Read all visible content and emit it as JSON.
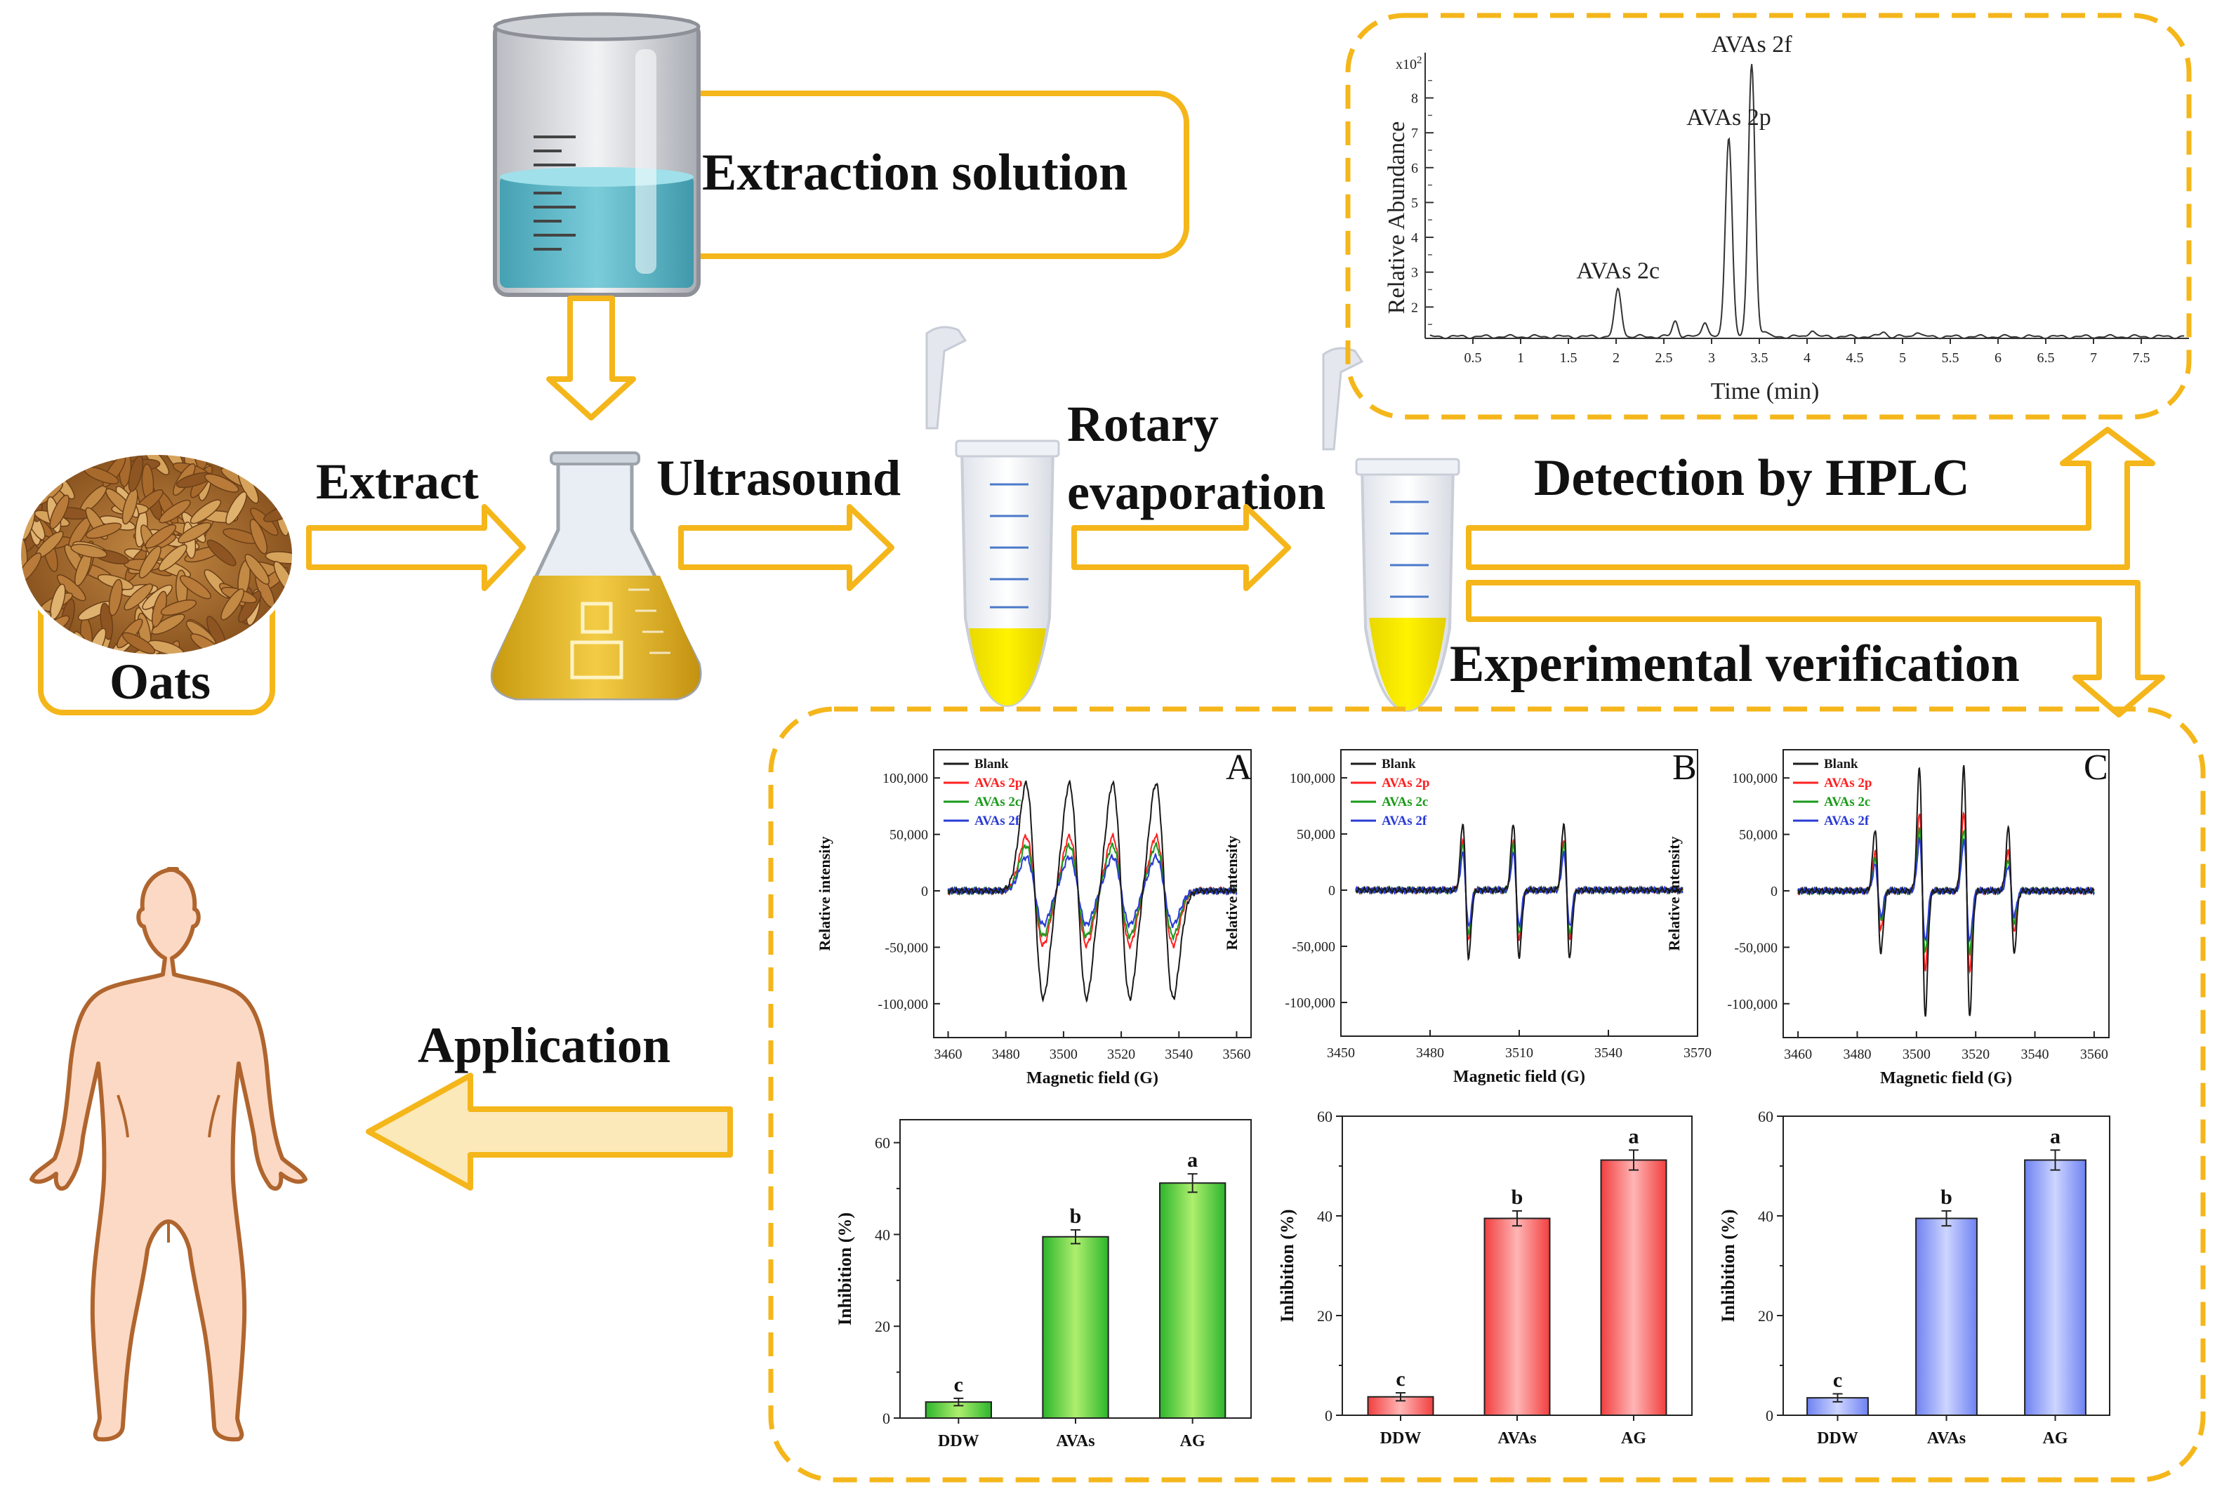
{
  "colors": {
    "accent_orange": "#F4B61A",
    "arrow_light": "#FCE9B9",
    "body_skin": "#FCD9C4",
    "body_outline": "#B0652E",
    "green": "#2DB52D",
    "red": "#F23F3F",
    "blue": "#6F82F2",
    "yellow_liquid": "#F3E600",
    "cyan_liquid": "#4FB3C4"
  },
  "labels": {
    "extraction_solution": "Extraction solution",
    "extract": "Extract",
    "ultrasound": "Ultrasound",
    "rotary_line1": "Rotary",
    "rotary_line2": "evaporation",
    "detection": "Detection by HPLC",
    "experimental": "Experimental verification",
    "oats": "Oats",
    "application": "Application"
  },
  "icons": {
    "beaker": "beaker-icon",
    "flask": "erlenmeyer-flask-icon",
    "tube1": "centrifuge-tube-icon",
    "tube2": "centrifuge-tube-icon",
    "oats": "oats-grains-image",
    "human": "human-body-icon"
  },
  "chart_data": [
    {
      "id": "hplc",
      "type": "line",
      "xlabel": "Time (min)",
      "ylabel": "Relative Abundance",
      "y_multiplier": "x10",
      "y_multiplier_exp": "2",
      "xlim": [
        0,
        8
      ],
      "ylim": [
        1.1,
        9.3
      ],
      "x_ticks": [
        "0.5",
        "1",
        "1.5",
        "2",
        "2.5",
        "3",
        "3.5",
        "4",
        "4.5",
        "5",
        "5.5",
        "6",
        "6.5",
        "7",
        "7.5"
      ],
      "y_ticks": [
        "2",
        "3",
        "4",
        "5",
        "6",
        "7",
        "8"
      ],
      "peaks": [
        {
          "x": 2.02,
          "height": 2.5,
          "label": "AVAs 2c"
        },
        {
          "x": 3.18,
          "height": 6.9,
          "label": "AVAs 2p"
        },
        {
          "x": 3.42,
          "height": 9.0,
          "label": "AVAs 2f"
        }
      ],
      "minor_peaks": [
        [
          2.62,
          1.6
        ],
        [
          2.93,
          1.6
        ],
        [
          3.55,
          1.3
        ],
        [
          4.05,
          1.35
        ],
        [
          4.8,
          1.3
        ],
        [
          5.15,
          1.3
        ]
      ],
      "baseline": 1.15
    },
    {
      "id": "esr-A",
      "type": "line",
      "panel_letter": "A",
      "xlabel": "Magnetic field (G)",
      "ylabel": "Relative intensity",
      "xlim": [
        3455,
        3565
      ],
      "ylim": [
        -130000,
        125000
      ],
      "x_ticks": [
        3460,
        3480,
        3500,
        3520,
        3540,
        3560
      ],
      "y_ticks": [
        "100,000",
        "50,000",
        "0",
        "-50,000",
        "-100,000"
      ],
      "y_tick_values": [
        100000,
        50000,
        0,
        -50000,
        -100000
      ],
      "signal_range": [
        3460,
        3560
      ],
      "lines": [
        {
          "center": 3490,
          "width": 3.0
        },
        {
          "center": 3505,
          "width": 3.0
        },
        {
          "center": 3520,
          "width": 3.0
        },
        {
          "center": 3535,
          "width": 3.0
        }
      ],
      "series": [
        {
          "name": "Blank",
          "color": "#1a1a1a",
          "peak": 95000
        },
        {
          "name": "AVAs 2p",
          "color": "#ff2020",
          "peak": 48000
        },
        {
          "name": "AVAs 2c",
          "color": "#1a9a1a",
          "peak": 40000
        },
        {
          "name": "AVAs 2f",
          "color": "#2b3bd6",
          "peak": 30000
        }
      ]
    },
    {
      "id": "esr-B",
      "type": "line",
      "panel_letter": "B",
      "xlabel": "Magnetic field (G)",
      "ylabel": "Relative intensity",
      "xlim": [
        3450,
        3570
      ],
      "ylim": [
        -130000,
        125000
      ],
      "x_ticks": [
        3450,
        3480,
        3510,
        3540,
        3570
      ],
      "y_ticks": [
        "100,000",
        "50,000",
        "0",
        "-50,000",
        "-100,000"
      ],
      "y_tick_values": [
        100000,
        50000,
        0,
        -50000,
        -100000
      ],
      "signal_range": [
        3455,
        3565
      ],
      "lines": [
        {
          "center": 3492,
          "width": 1.0
        },
        {
          "center": 3509,
          "width": 1.0
        },
        {
          "center": 3526,
          "width": 1.0
        }
      ],
      "series": [
        {
          "name": "Blank",
          "color": "#1a1a1a",
          "peak": 60000
        },
        {
          "name": "AVAs 2p",
          "color": "#ff2020",
          "peak": 45000
        },
        {
          "name": "AVAs 2c",
          "color": "#1a9a1a",
          "peak": 40000
        },
        {
          "name": "AVAs 2f",
          "color": "#2b3bd6",
          "peak": 32000
        }
      ]
    },
    {
      "id": "esr-C",
      "type": "line",
      "panel_letter": "C",
      "xlabel": "Magnetic field (G)",
      "ylabel": "Relative intensity",
      "xlim": [
        3455,
        3565
      ],
      "ylim": [
        -130000,
        125000
      ],
      "x_ticks": [
        3460,
        3480,
        3500,
        3520,
        3540,
        3560
      ],
      "y_ticks": [
        "100,000",
        "50,000",
        "0",
        "-50,000",
        "-100,000"
      ],
      "y_tick_values": [
        100000,
        50000,
        0,
        -50000,
        -100000
      ],
      "signal_range": [
        3460,
        3560
      ],
      "lines": [
        {
          "center": 3487,
          "width": 1.0,
          "scale": 0.5
        },
        {
          "center": 3502,
          "width": 1.0,
          "scale": 1.0
        },
        {
          "center": 3517,
          "width": 1.0,
          "scale": 1.0
        },
        {
          "center": 3532,
          "width": 1.0,
          "scale": 0.5
        }
      ],
      "series": [
        {
          "name": "Blank",
          "color": "#1a1a1a",
          "peak": 110000
        },
        {
          "name": "AVAs 2p",
          "color": "#ff2020",
          "peak": 70000
        },
        {
          "name": "AVAs 2c",
          "color": "#1a9a1a",
          "peak": 55000
        },
        {
          "name": "AVAs 2f",
          "color": "#2b3bd6",
          "peak": 45000
        }
      ]
    },
    {
      "id": "bar-green",
      "type": "bar",
      "ylabel": "Inhibition (%)",
      "ylim": [
        0,
        65
      ],
      "y_ticks": [
        0,
        20,
        40,
        60
      ],
      "categories": [
        "DDW",
        "AVAs",
        "AG"
      ],
      "values": [
        3.5,
        39.5,
        51.2
      ],
      "errors": [
        0.8,
        1.5,
        2.0
      ],
      "letters": [
        "c",
        "b",
        "a"
      ],
      "color": "#2DB52D",
      "light": "#AEEF6E"
    },
    {
      "id": "bar-red",
      "type": "bar",
      "ylabel": "Inhibition (%)",
      "ylim": [
        0,
        60
      ],
      "y_ticks": [
        0,
        20,
        40,
        60
      ],
      "categories": [
        "DDW",
        "AVAs",
        "AG"
      ],
      "values": [
        3.7,
        39.5,
        51.2
      ],
      "errors": [
        0.8,
        1.5,
        2.0
      ],
      "letters": [
        "c",
        "b",
        "a"
      ],
      "color": "#F23F3F",
      "light": "#FFB5B5"
    },
    {
      "id": "bar-blue",
      "type": "bar",
      "ylabel": "Inhibition (%)",
      "ylim": [
        0,
        60
      ],
      "y_ticks": [
        0,
        20,
        40,
        60
      ],
      "categories": [
        "DDW",
        "AVAs",
        "AG"
      ],
      "values": [
        3.5,
        39.5,
        51.2
      ],
      "errors": [
        0.8,
        1.5,
        2.0
      ],
      "letters": [
        "c",
        "b",
        "a"
      ],
      "color": "#6F82F2",
      "light": "#CDD5FF"
    }
  ]
}
